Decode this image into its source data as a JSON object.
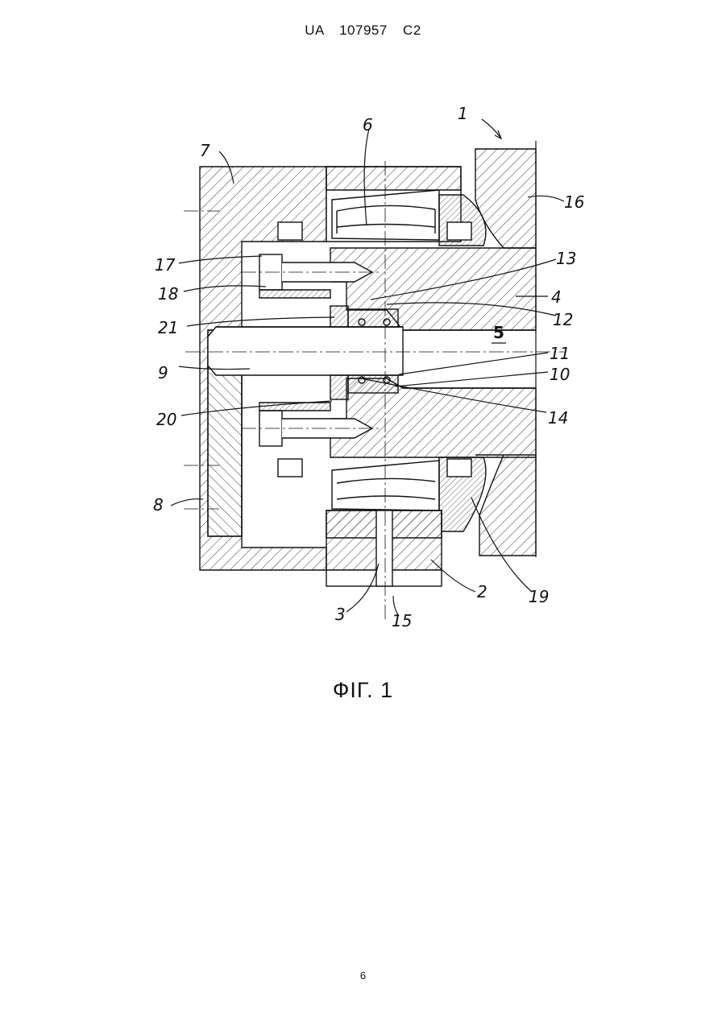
{
  "header": {
    "doc_id": "UA   107957   C2"
  },
  "figure": {
    "caption": "ФІГ. 1",
    "labels": {
      "l1": "1",
      "l2": "2",
      "l3": "3",
      "l4": "4",
      "l5": "5",
      "l6": "6",
      "l7": "7",
      "l8": "8",
      "l9": "9",
      "l10": "10",
      "l11": "11",
      "l12": "12",
      "l13": "13",
      "l14": "14",
      "l15": "15",
      "l16": "16",
      "l17": "17",
      "l18": "18",
      "l19": "19",
      "l20": "20",
      "l21": "21"
    }
  },
  "footer": {
    "page_number": "6"
  }
}
